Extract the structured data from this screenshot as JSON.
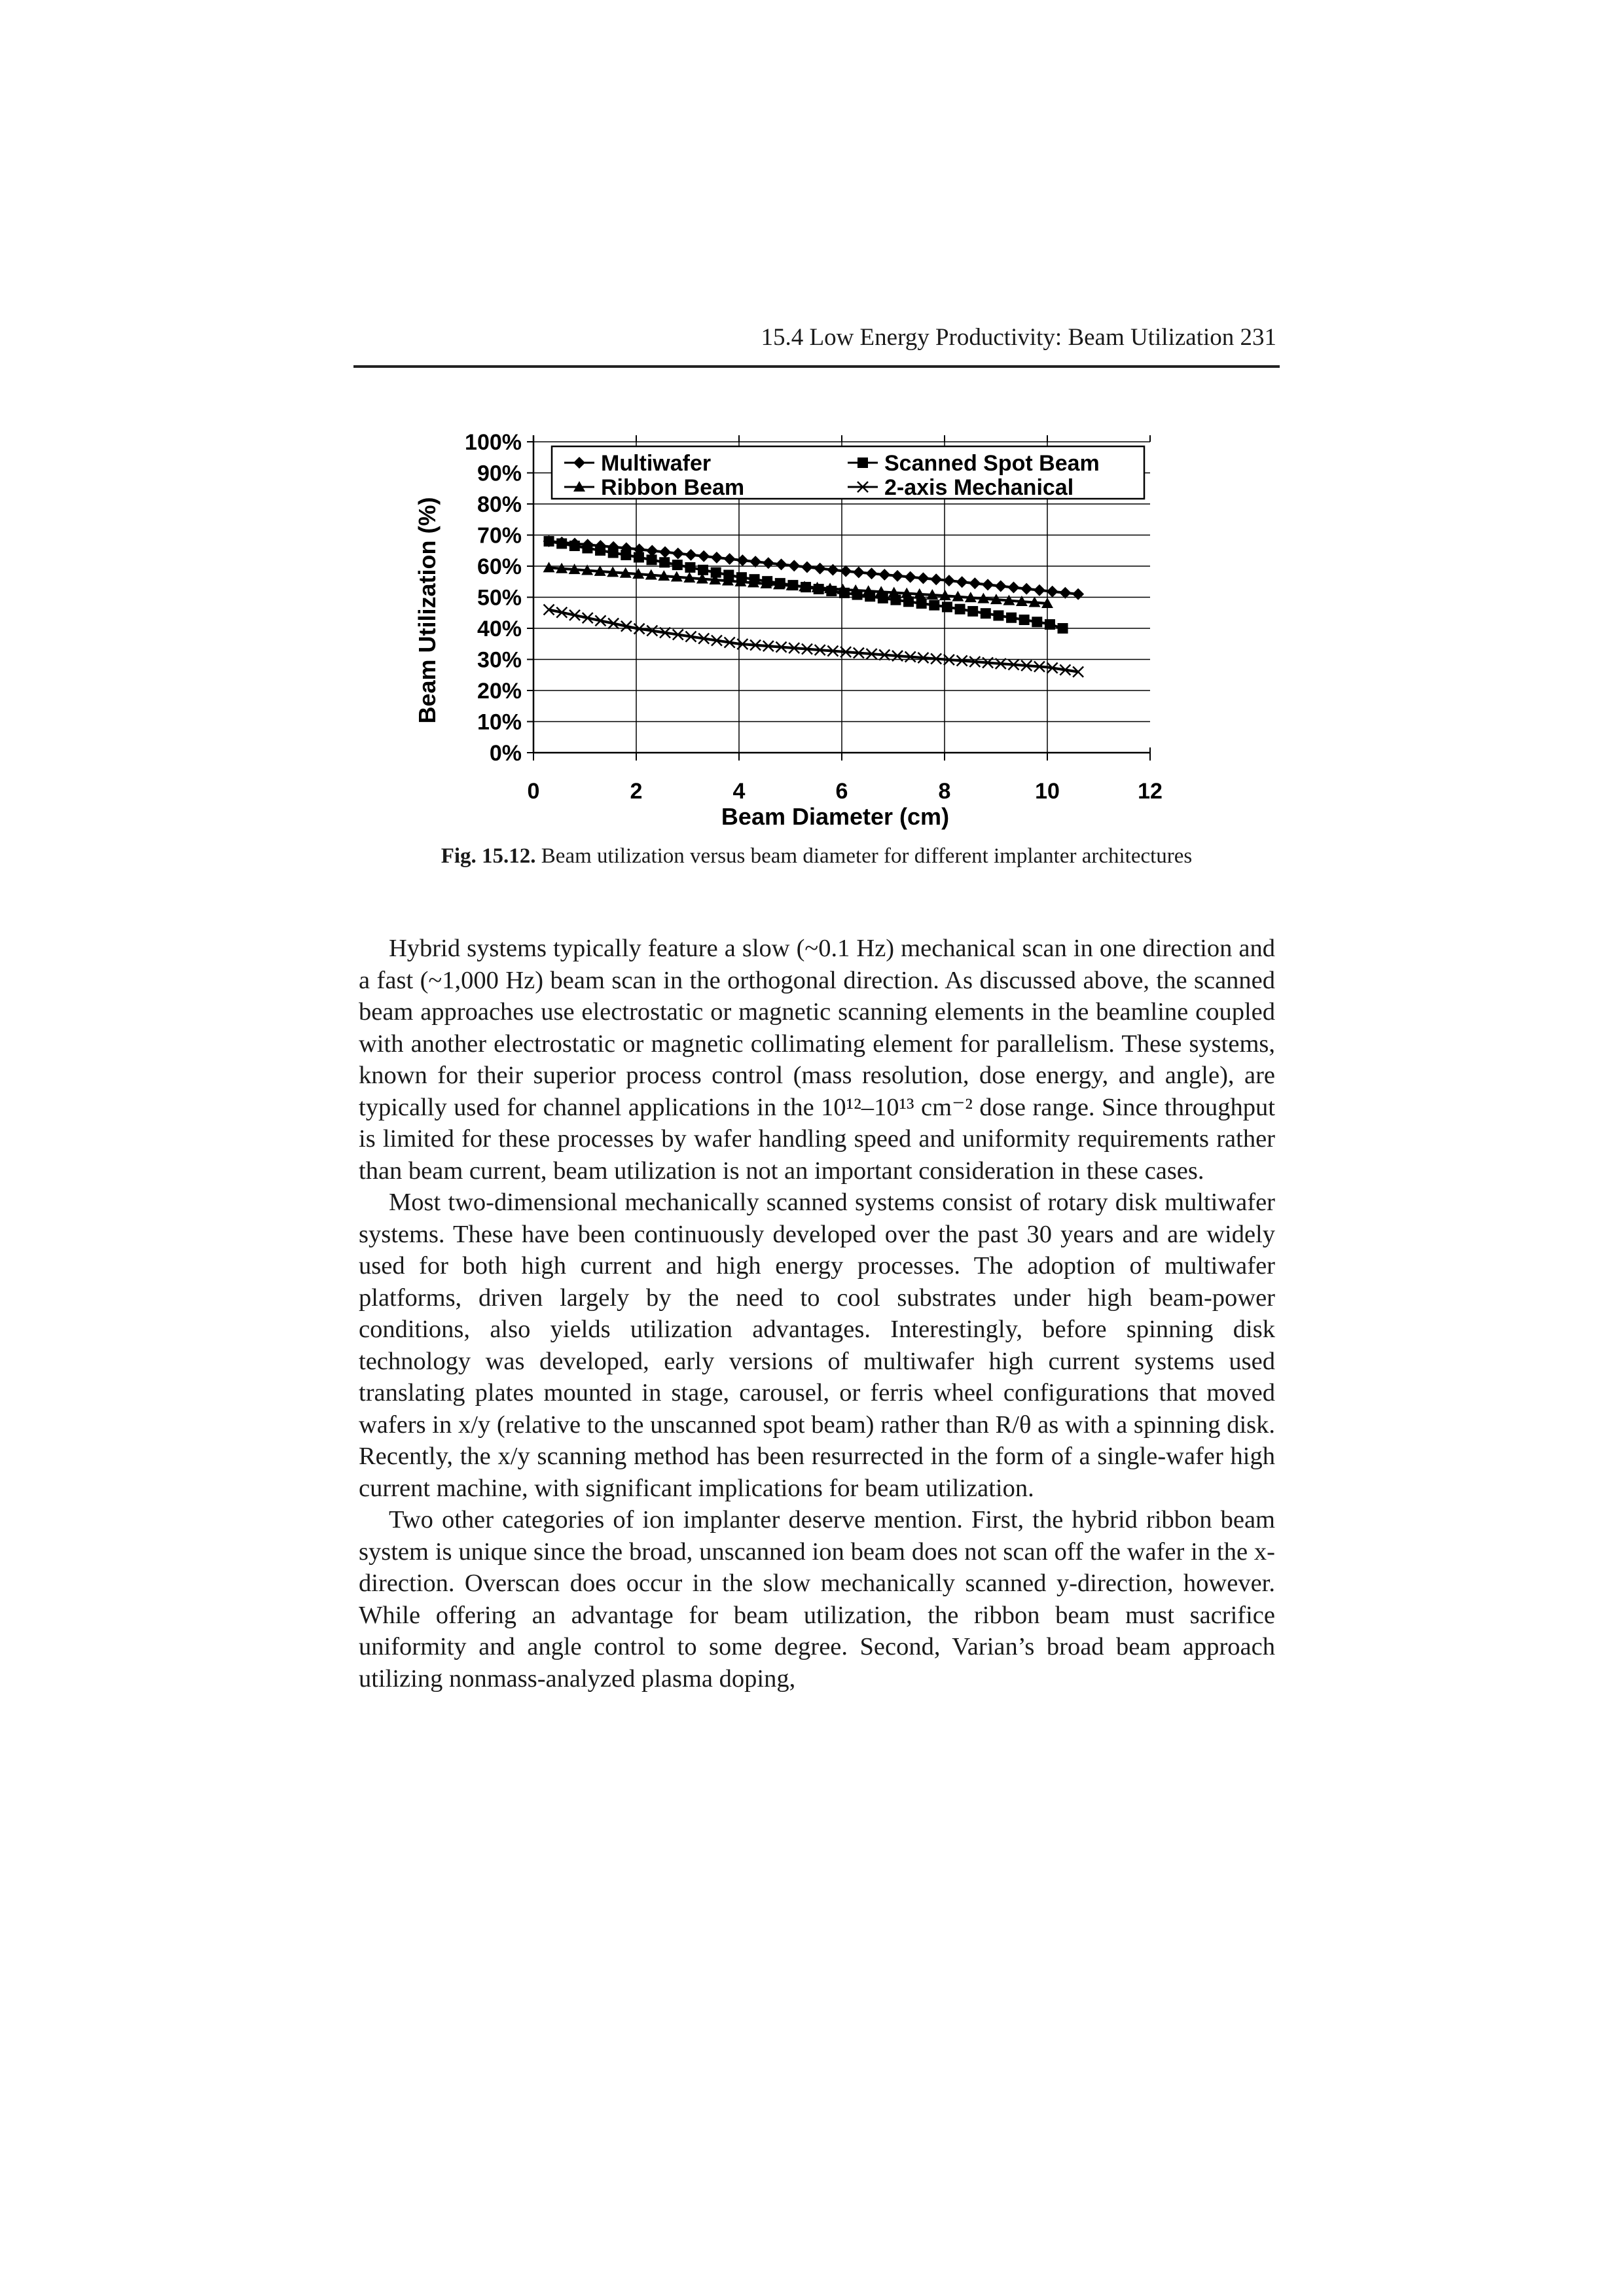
{
  "running_head": "15.4 Low Energy Productivity: Beam Utilization 231",
  "caption": {
    "label": "Fig. 15.12.",
    "text": "Beam utilization versus beam diameter for different implanter architectures"
  },
  "chart_data": {
    "type": "line",
    "xlabel": "Beam Diameter (cm)",
    "ylabel": "Beam Utilization (%)",
    "xlim": [
      0,
      12
    ],
    "ylim": [
      0,
      100
    ],
    "x_ticks": [
      "0",
      "2",
      "4",
      "6",
      "8",
      "10",
      "12"
    ],
    "y_ticks": [
      "0%",
      "10%",
      "20%",
      "30%",
      "40%",
      "50%",
      "60%",
      "70%",
      "80%",
      "90%",
      "100%"
    ],
    "grid": true,
    "legend_position": "top",
    "series": [
      {
        "name": "Multiwafer",
        "marker": "diamond",
        "x": [
          0.3,
          2,
          4,
          6,
          8,
          10,
          10.6
        ],
        "y": [
          68,
          65.5,
          62,
          58.5,
          55.5,
          52,
          51
        ]
      },
      {
        "name": "Scanned Spot Beam",
        "marker": "square",
        "x": [
          0.3,
          2,
          4,
          6,
          8,
          10,
          10.3
        ],
        "y": [
          68,
          63,
          56.5,
          51.5,
          47,
          41.5,
          40
        ]
      },
      {
        "name": "Ribbon Beam",
        "marker": "triangle",
        "x": [
          0.3,
          2,
          4,
          6,
          8,
          10
        ],
        "y": [
          59.5,
          57.5,
          55,
          52.5,
          50.5,
          48
        ]
      },
      {
        "name": "2-axis Mechanical",
        "marker": "x",
        "x": [
          0.3,
          2,
          4,
          6,
          8,
          10,
          10.6
        ],
        "y": [
          46,
          40,
          35,
          32.5,
          30,
          27.5,
          26
        ]
      }
    ]
  },
  "paragraphs": [
    "Hybrid systems typically feature a slow (~0.1 Hz) mechanical scan in one direction and a fast (~1,000 Hz) beam scan in the orthogonal direction. As discussed above, the scanned beam approaches use electrostatic or magnetic scanning elements in the beamline coupled with another electrostatic or magnetic collimating element for parallelism. These systems, known for their superior process control (mass resolution, dose energy, and angle), are typically used for channel applications in the 10¹²–10¹³ cm⁻² dose range. Since throughput is limited for these processes by wafer handling speed and uniformity requirements rather than beam current, beam utilization is not an important consideration in these cases.",
    "Most two-dimensional mechanically scanned systems consist of rotary disk multiwafer systems. These have been continuously developed over the past 30 years and are widely used for both high current and high energy processes. The adoption of multiwafer platforms, driven largely by the need to cool substrates under high beam-power conditions, also yields utilization advantages. Interestingly, before spinning disk technology was developed, early versions of multiwafer high current systems used translating plates mounted in stage, carousel, or ferris wheel configurations that moved wafers in x/y (relative to the unscanned spot beam) rather than R/θ as with a spinning disk. Recently, the x/y scanning method has been resurrected in the form of a single-wafer high current machine, with significant implications for beam utilization.",
    "Two other categories of ion implanter deserve mention. First, the hybrid ribbon beam system is unique since the broad, unscanned ion beam does not scan off the wafer in the x-direction. Overscan does occur in the slow mechanically scanned y-direction, however. While offering an advantage for beam utilization, the ribbon beam must sacrifice uniformity and angle control to some degree. Second, Varian’s broad beam approach utilizing nonmass-analyzed plasma doping,"
  ]
}
